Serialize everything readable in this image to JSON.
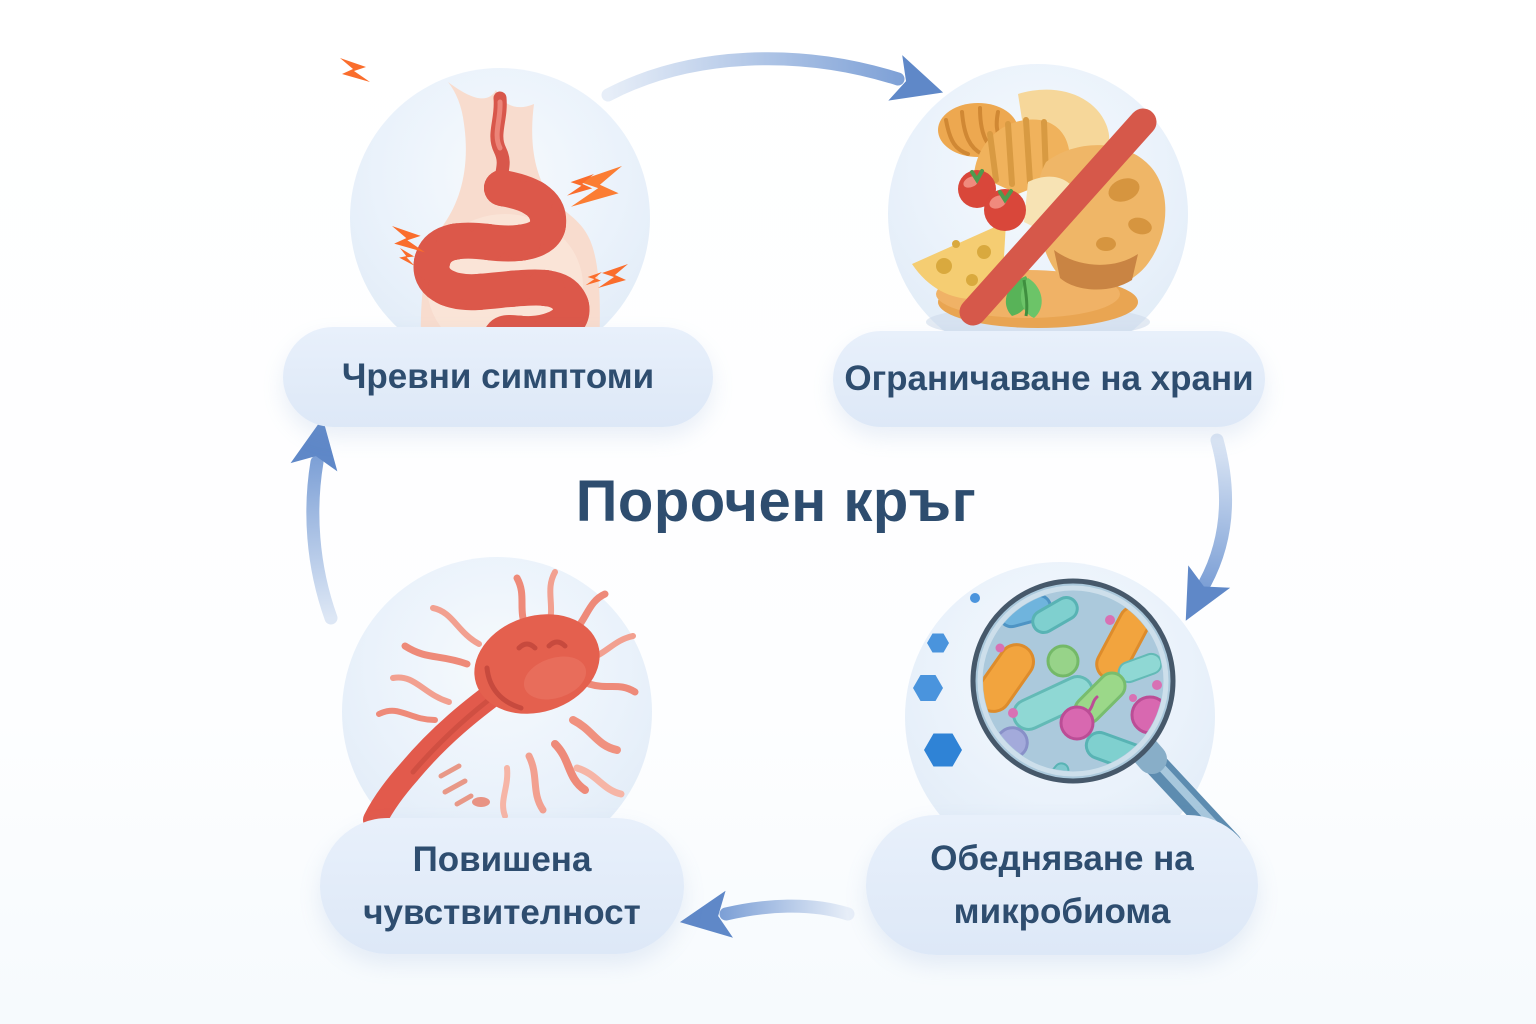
{
  "diagram": {
    "title": "Порочен кръг",
    "nodes": [
      {
        "id": "intestinal-symptoms",
        "position": "top-left",
        "label": "Чревни симптоми",
        "icon": "intestines-pain-icon"
      },
      {
        "id": "food-restriction",
        "position": "top-right",
        "label": "Ограничаване на храни",
        "icon": "restricted-foods-icon"
      },
      {
        "id": "microbiome-impoverishment",
        "position": "bottom-right",
        "label_line1": "Обедняване на",
        "label_line2": "микробиома",
        "icon": "microbiome-magnifier-icon"
      },
      {
        "id": "increased-sensitivity",
        "position": "bottom-left",
        "label_line1": "Повишена",
        "label_line2": "чувствителност",
        "icon": "sensitized-nerve-icon"
      }
    ],
    "flow_arrows": [
      {
        "from": "intestinal-symptoms",
        "to": "food-restriction"
      },
      {
        "from": "food-restriction",
        "to": "microbiome-impoverishment"
      },
      {
        "from": "microbiome-impoverishment",
        "to": "increased-sensitivity"
      },
      {
        "from": "increased-sensitivity",
        "to": "intestinal-symptoms"
      }
    ],
    "colors": {
      "title_text": "#2e4d6f",
      "label_text": "#2e4d6f",
      "label_pill_bg": "#e2ebf9",
      "node_circle_bg": "#e7f0fa",
      "arrow": "#7da0d6",
      "arrow_head": "#5f88c8",
      "prohibition_slash": "#d6584a",
      "pain_accent": "#fa6d2c",
      "organ_red": "#dc584a",
      "hexagon_blue": "#3f8cd8"
    }
  }
}
